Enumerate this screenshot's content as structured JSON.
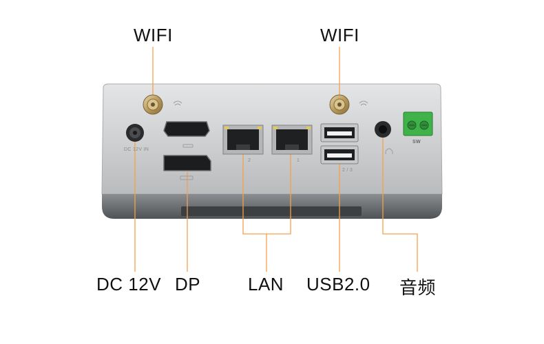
{
  "labels": {
    "wifi_left": "WIFI",
    "wifi_right": "WIFI",
    "dc": "DC 12V",
    "dp": "DP",
    "lan": "LAN",
    "usb": "USB2.0",
    "audio": "音频"
  },
  "panel_marks": {
    "dc_in": "DC 12V IN",
    "lan2": "2",
    "lan1": "1",
    "usb_mark": "2 / 3",
    "sw": "SW"
  },
  "colors": {
    "callout_line": "#f5a04a",
    "chassis_top": "#c9cbcd",
    "chassis_bottom": "#5f6366",
    "terminal_green": "#3fb24a"
  }
}
